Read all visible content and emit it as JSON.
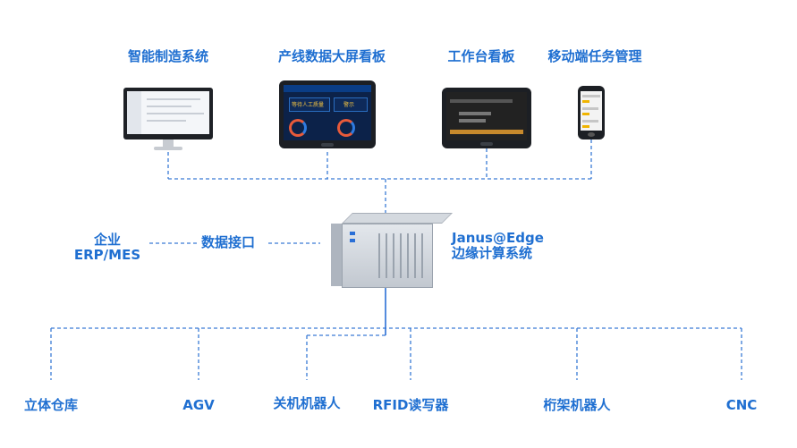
{
  "top_systems": [
    {
      "label": "智能制造系统",
      "icon": "desktop-monitor-icon"
    },
    {
      "label": "产线数据大屏看板",
      "icon": "dashboard-tablet-icon"
    },
    {
      "label": "工作台看板",
      "icon": "workbench-tablet-icon"
    },
    {
      "label": "移动端任务管理",
      "icon": "mobile-phone-icon"
    }
  ],
  "dashboard_panels": [
    "等待人工质量",
    "警示"
  ],
  "enterprise": {
    "line1": "企业",
    "line2": "ERP/MES"
  },
  "interface_label": "数据接口",
  "edge": {
    "line1": "Janus@Edge",
    "line2": "边缘计算系统",
    "icon": "edge-server-icon"
  },
  "bottom_devices": [
    {
      "label": "立体仓库"
    },
    {
      "label": "AGV"
    },
    {
      "label": "关机机器人"
    },
    {
      "label": "RFID读写器"
    },
    {
      "label": "桁架机器人"
    },
    {
      "label": "CNC"
    }
  ],
  "colors": {
    "accent": "#1f6fd1",
    "line": "#3a7bd5"
  }
}
